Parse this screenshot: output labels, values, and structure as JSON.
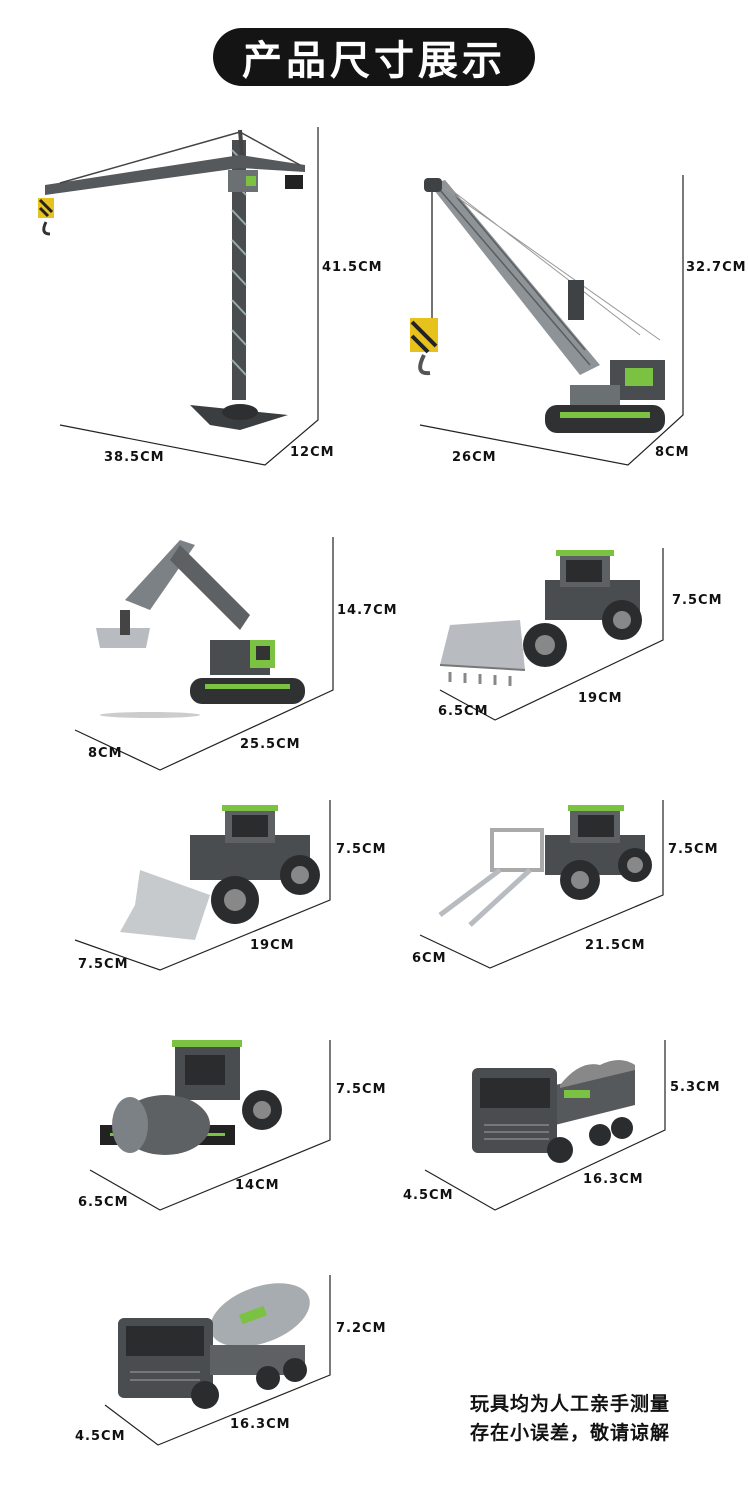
{
  "title": "产品尺寸展示",
  "products": [
    {
      "name": "tower-crane",
      "height": "41.5CM",
      "length": "38.5CM",
      "width": "12CM"
    },
    {
      "name": "crawler-crane",
      "height": "32.7CM",
      "length": "26CM",
      "width": "8CM"
    },
    {
      "name": "excavator",
      "height": "14.7CM",
      "length": "25.5CM",
      "width": "8CM"
    },
    {
      "name": "wheel-loader",
      "height": "7.5CM",
      "length": "19CM",
      "width": "6.5CM"
    },
    {
      "name": "snow-plow-loader",
      "height": "7.5CM",
      "length": "19CM",
      "width": "7.5CM"
    },
    {
      "name": "forklift",
      "height": "7.5CM",
      "length": "21.5CM",
      "width": "6CM"
    },
    {
      "name": "road-roller",
      "height": "7.5CM",
      "length": "14CM",
      "width": "6.5CM"
    },
    {
      "name": "dump-truck",
      "height": "5.3CM",
      "length": "16.3CM",
      "width": "4.5CM"
    },
    {
      "name": "cement-mixer",
      "height": "7.2CM",
      "length": "16.3CM",
      "width": "4.5CM"
    }
  ],
  "note": {
    "line1": "玩具均为人工亲手测量",
    "line2": "存在小误差，敬请谅解"
  },
  "colors": {
    "accent": "#7bc142",
    "body": "#4a4d50",
    "metal": "#b8bcc0"
  }
}
